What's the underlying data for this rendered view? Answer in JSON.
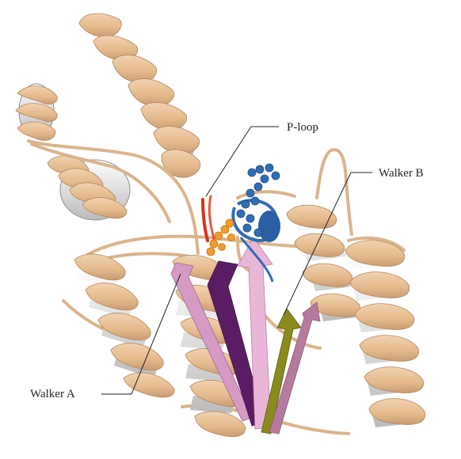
{
  "labels": {
    "p_loop": "P-loop",
    "walker_b": "Walker B",
    "walker_a": "Walker A"
  },
  "colors": {
    "helix": "#e8bf94",
    "helix_dark": "#c49a70",
    "helix_back": "#f4f2ef",
    "beta_pink": "#d59bc4",
    "beta_pink_light": "#e9b6d8",
    "beta_purple": "#5a1d63",
    "beta_olive": "#8a8a1e",
    "beta_mauve": "#b77a9f",
    "p_loop_red": "#d8321f",
    "ligand_orange": "#f29b2f",
    "ligand_blue": "#2f6db5",
    "leader_line": "#231f20"
  }
}
